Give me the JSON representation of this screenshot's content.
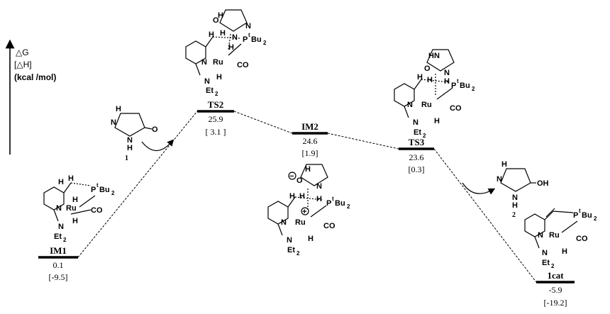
{
  "axis": {
    "line1": "△G",
    "line2": "[△H]",
    "unit": "(kcal /mol)"
  },
  "levels": [
    {
      "name": "IM1",
      "dG": "0.1",
      "dH": "[-9.5]"
    },
    {
      "name": "TS2",
      "dG": "25.9",
      "dH": "[ 3.1 ]"
    },
    {
      "name": "IM2",
      "dG": "24.6",
      "dH": "[1.9]"
    },
    {
      "name": "TS3",
      "dG": "23.6",
      "dH": "[0.3]"
    },
    {
      "name": "1cat",
      "dG": "-5.9",
      "dH": "[-19.2]"
    }
  ],
  "compounds": {
    "urea_label": "1",
    "product_label": "2",
    "product_oh": "OH"
  },
  "atoms": {
    "Ru": "Ru",
    "CO": "CO",
    "N": "N",
    "Et2": "Et",
    "Et2_sub": "2",
    "P": "P",
    "P_sup": "t",
    "Bu": "Bu",
    "Bu_sub": "2",
    "H": "H",
    "O": "O",
    "HN": "HN"
  }
}
